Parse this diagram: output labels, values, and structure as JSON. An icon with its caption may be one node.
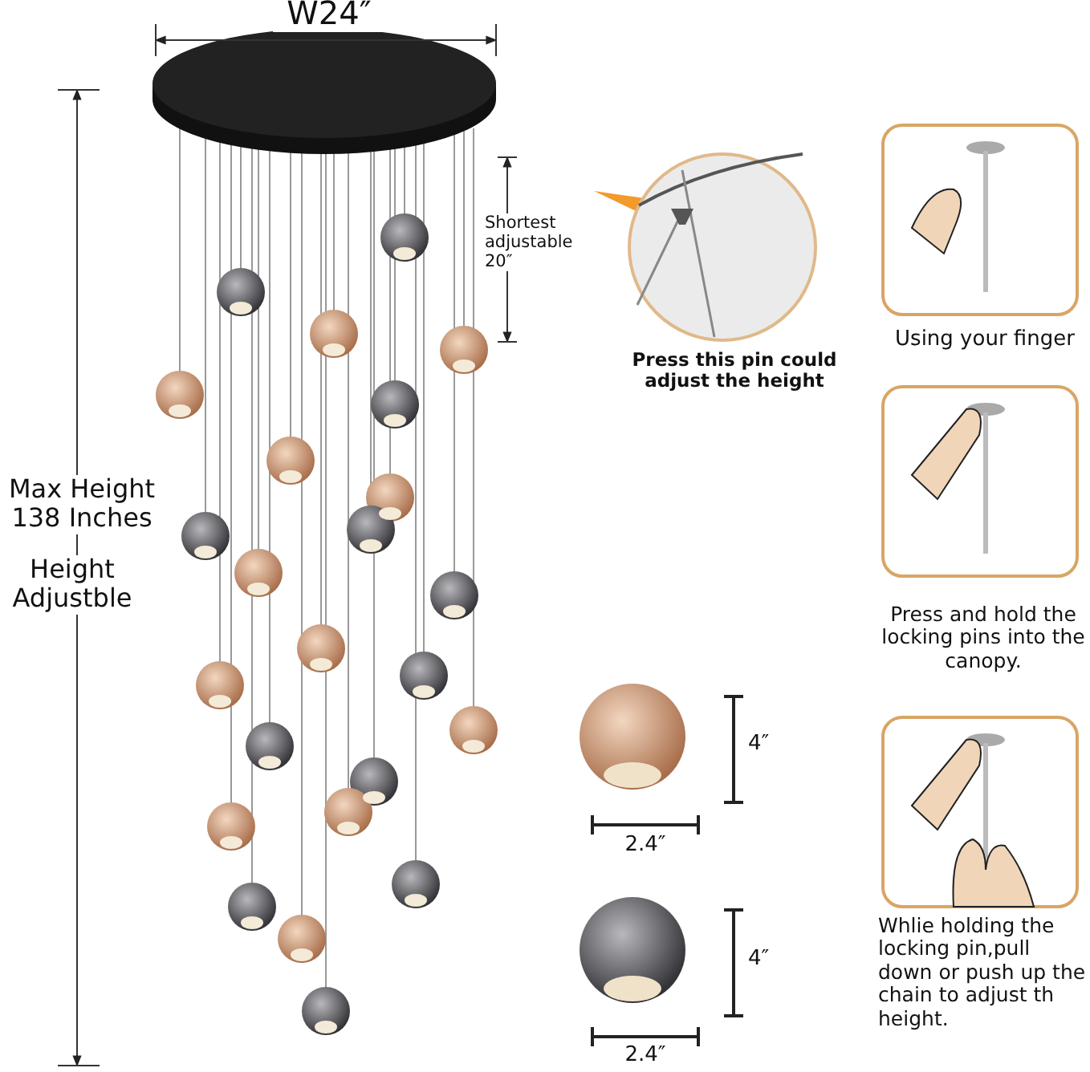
{
  "diagram": {
    "labels": [
      "W24″",
      "Shortest adjustable 20″",
      "Press this pin could adjust the height",
      "Using your finger",
      "Max Height 138 Inches",
      "Height Adjustble",
      "Press and hold the locking pins into the canopy.",
      "4″",
      "2.4″",
      "4″",
      "2.4″",
      "Whlie holding the locking pin,pull down or push up the chain to adjust th height."
    ]
  }
}
